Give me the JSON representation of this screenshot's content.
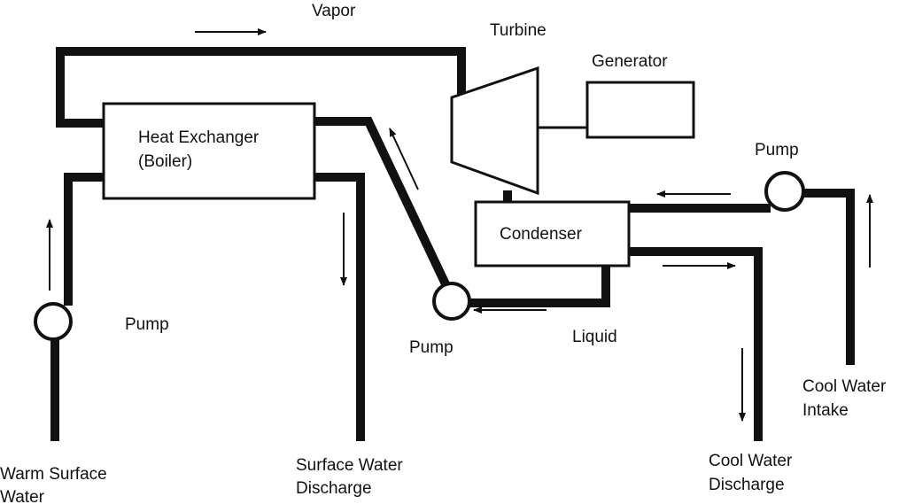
{
  "diagram": {
    "labels": {
      "vapor": "Vapor",
      "turbine": "Turbine",
      "generator": "Generator",
      "heat_exchanger_line1": "Heat Exchanger",
      "heat_exchanger_line2": "(Boiler)",
      "condenser": "Condenser",
      "pump_right": "Pump",
      "pump_center": "Pump",
      "pump_left": "Pump",
      "liquid": "Liquid",
      "warm_surface_water_line1": "Warm Surface",
      "warm_surface_water_line2": "Water",
      "surface_water_discharge_line1": "Surface Water",
      "surface_water_discharge_line2": "Discharge",
      "cool_water_discharge_line1": "Cool Water",
      "cool_water_discharge_line2": "Discharge",
      "cool_water_intake_line1": "Cool Water",
      "cool_water_intake_line2": "Intake"
    },
    "colors": {
      "line": "#111111",
      "background": "#ffffff"
    }
  }
}
